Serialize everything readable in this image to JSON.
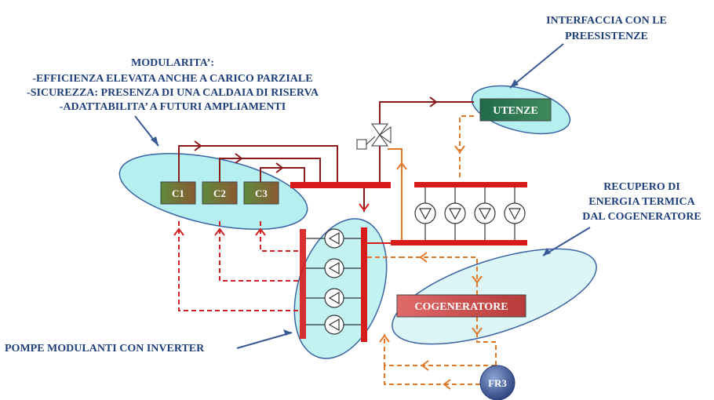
{
  "annotations": {
    "interfaccia": [
      "INTERFACCIA CON LE",
      "PREESISTENZE"
    ],
    "modularita": [
      "MODULARITA’:",
      "-EFFICIENZA ELEVATA ANCHE A CARICO PARZIALE",
      "-SICUREZZA: PRESENZA DI UNA CALDAIA DI RISERVA",
      "-ADATTABILITA’ A FUTURI AMPLIAMENTI"
    ],
    "recupero": [
      "RECUPERO DI",
      "ENERGIA TERMICA",
      "DAL COGENERATORE"
    ],
    "pompe": "POMPE MODULANTI CON INVERTER"
  },
  "components": {
    "utenze": "UTENZE",
    "boilers": [
      "C1",
      "C2",
      "C3"
    ],
    "cogeneratore": "COGENERATORE",
    "fr3": "FR3"
  },
  "colors": {
    "label_blue": "#1f3f7a",
    "supply_red": "#8b1a1a",
    "manifold_red": "#d71a1a",
    "recovery_orange": "#e07828",
    "dashed_red": "#cc2222",
    "ellipse_fill": "#a8ecec",
    "ellipse_stroke": "#3a64a4"
  }
}
